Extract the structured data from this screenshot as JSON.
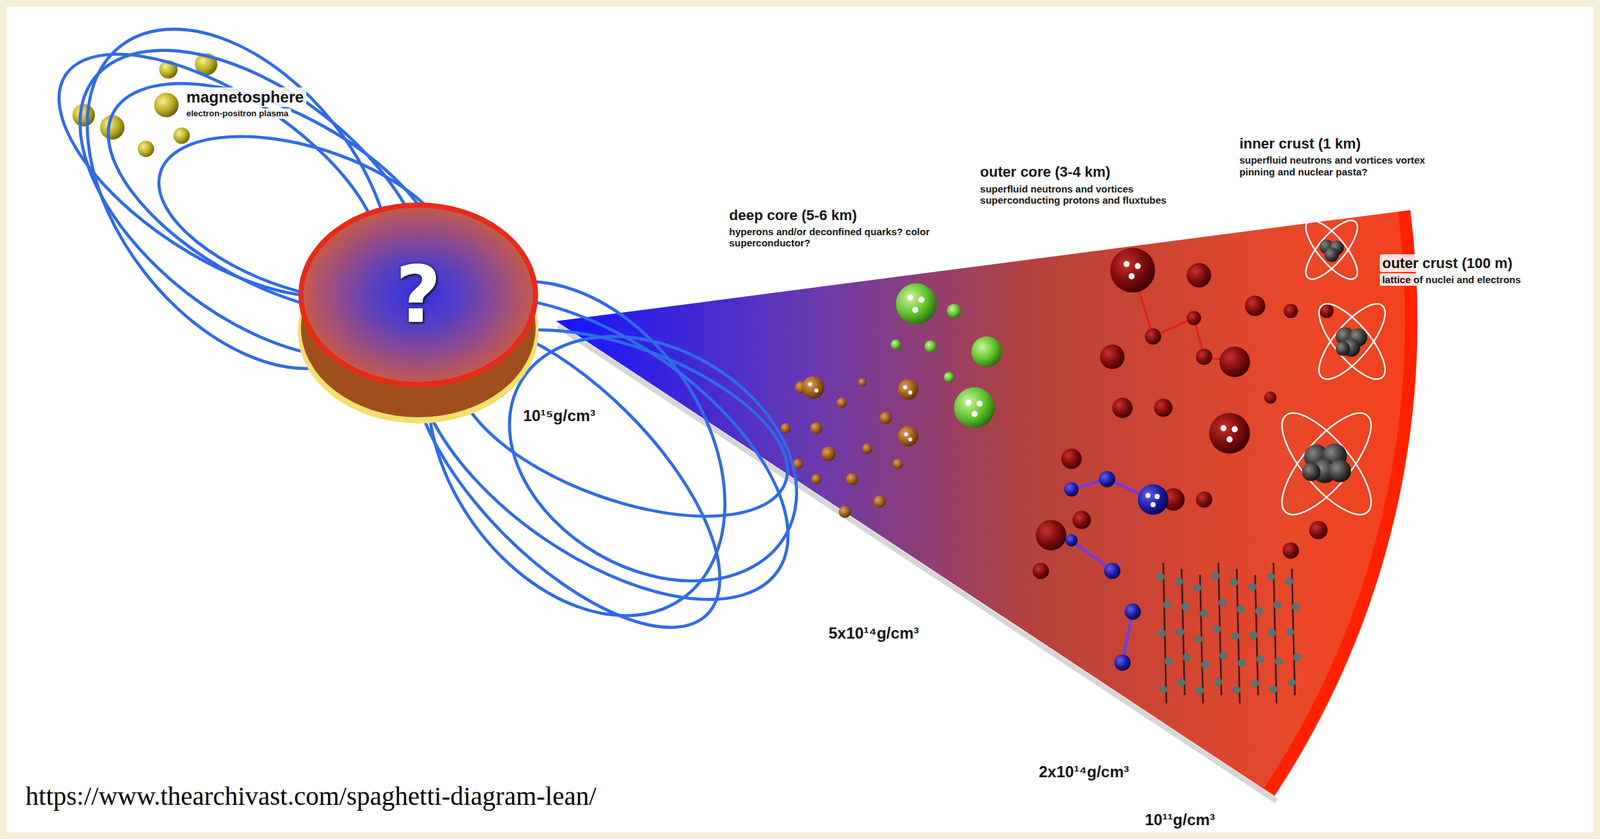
{
  "diagram": {
    "nodes": [
      {
        "text": [
          "?"
        ]
      }
    ],
    "labels": [
      "magnetosphere",
      "electron-positron plasma",
      "deep core (5-6 km)",
      "hyperons and/or deconfined quarks? color superconductor?",
      "outer core (3-4 km)",
      "superfluid neutrons and vortices superconducting protons and fluxtubes",
      "inner crust (1 km)",
      "superfluid neutrons and vortices vortex pinning and nuclear pasta?",
      "outer crust (100 m)",
      "lattice of nuclei and electrons",
      "10¹⁵g/cm³",
      "5x10¹⁴g/cm³",
      "2x10¹⁴g/cm³",
      "10¹¹g/cm³",
      "https://www.thearchivast.com/spaghetti-diagram-lean/"
    ]
  }
}
